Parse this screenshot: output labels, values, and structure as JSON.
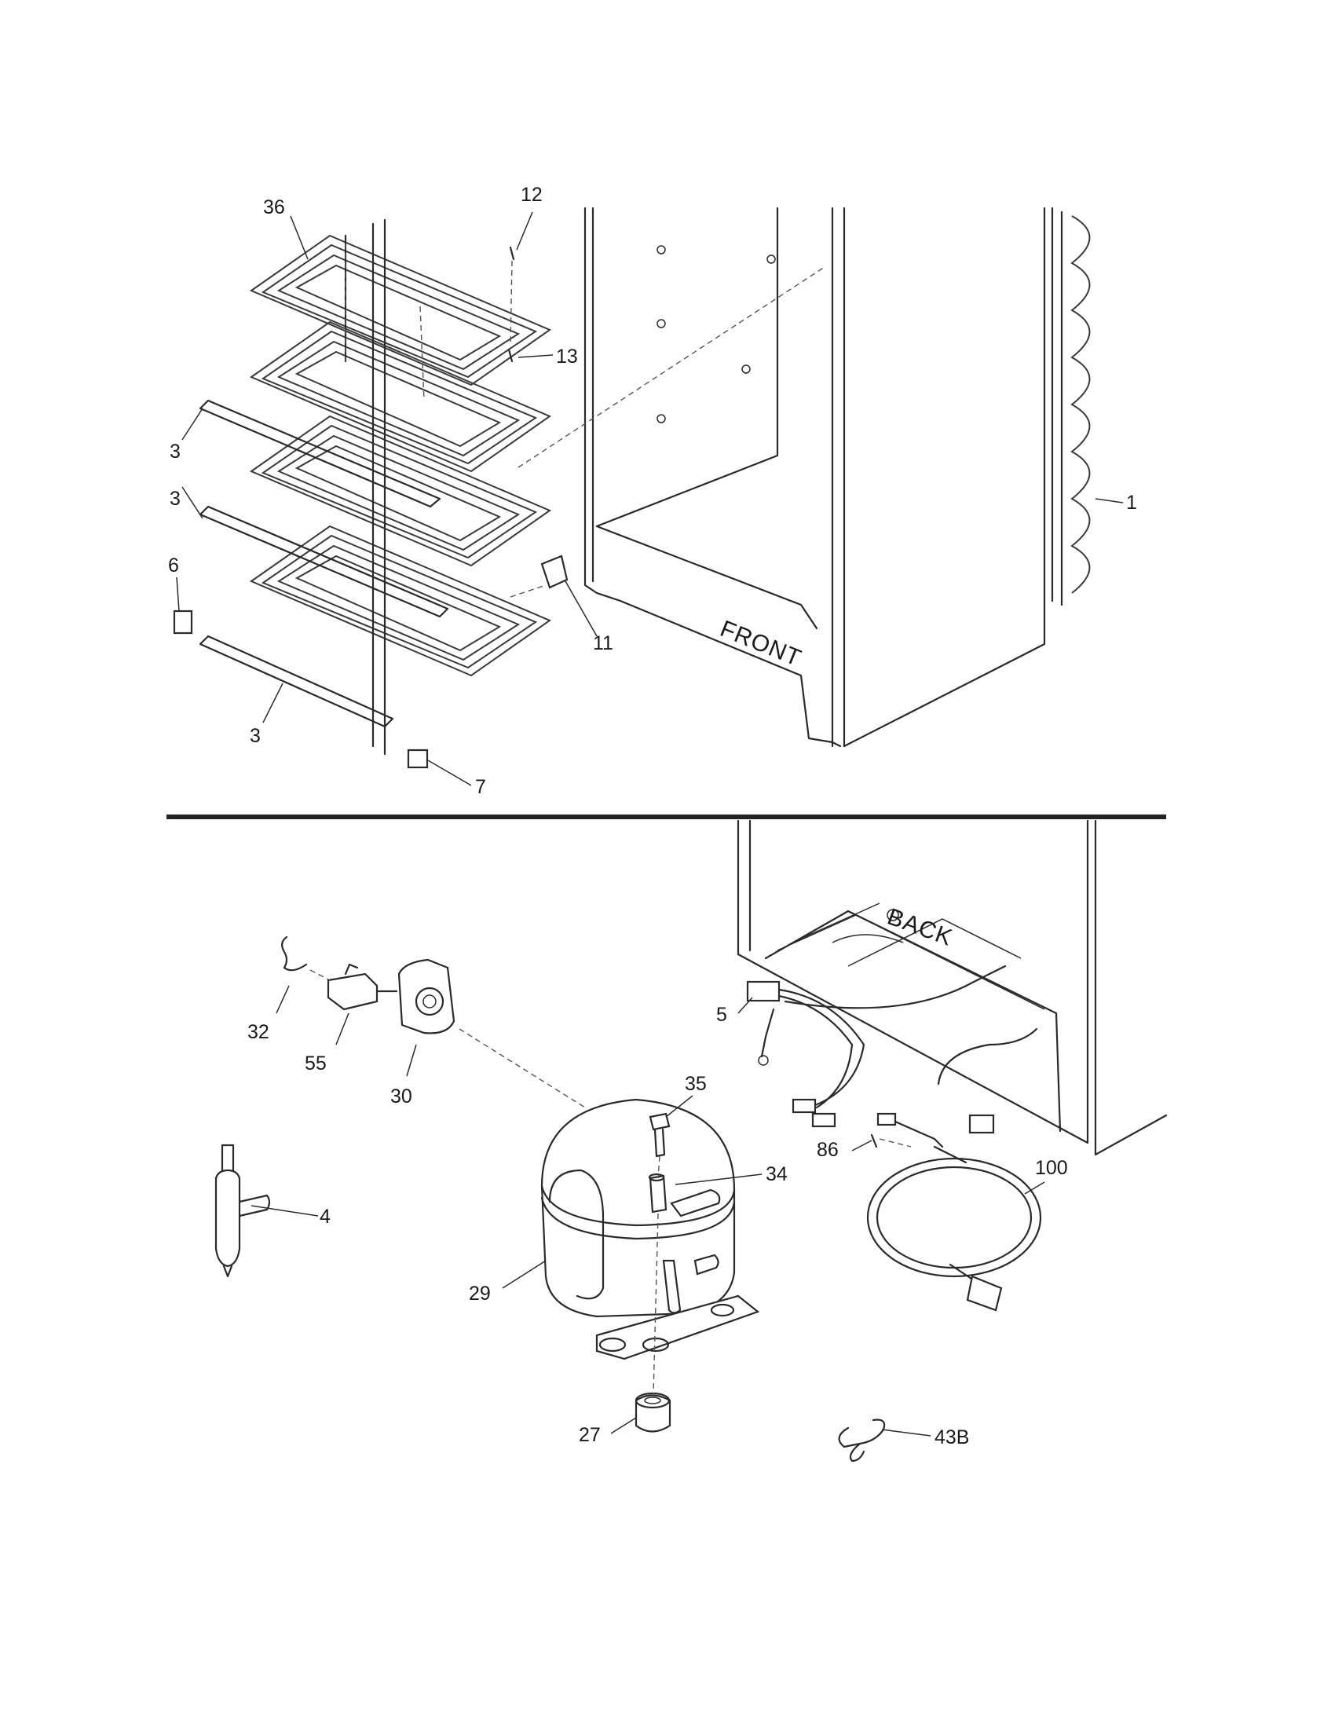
{
  "labels": {
    "top": {
      "l36": "36",
      "l12": "12",
      "l13": "13",
      "l3a": "3",
      "l3b": "3",
      "l6": "6",
      "l11": "11",
      "l3c": "3",
      "l7": "7",
      "l1": "1",
      "front": "FRONT"
    },
    "bottom": {
      "back": "BACK",
      "l5": "5",
      "l32": "32",
      "l55": "55",
      "l30": "30",
      "l35": "35",
      "l34": "34",
      "l86": "86",
      "l100": "100",
      "l4": "4",
      "l29": "29",
      "l27": "27",
      "l43b": "43B"
    }
  },
  "colors": {
    "line": "#2a2a2a",
    "background": "#ffffff"
  }
}
